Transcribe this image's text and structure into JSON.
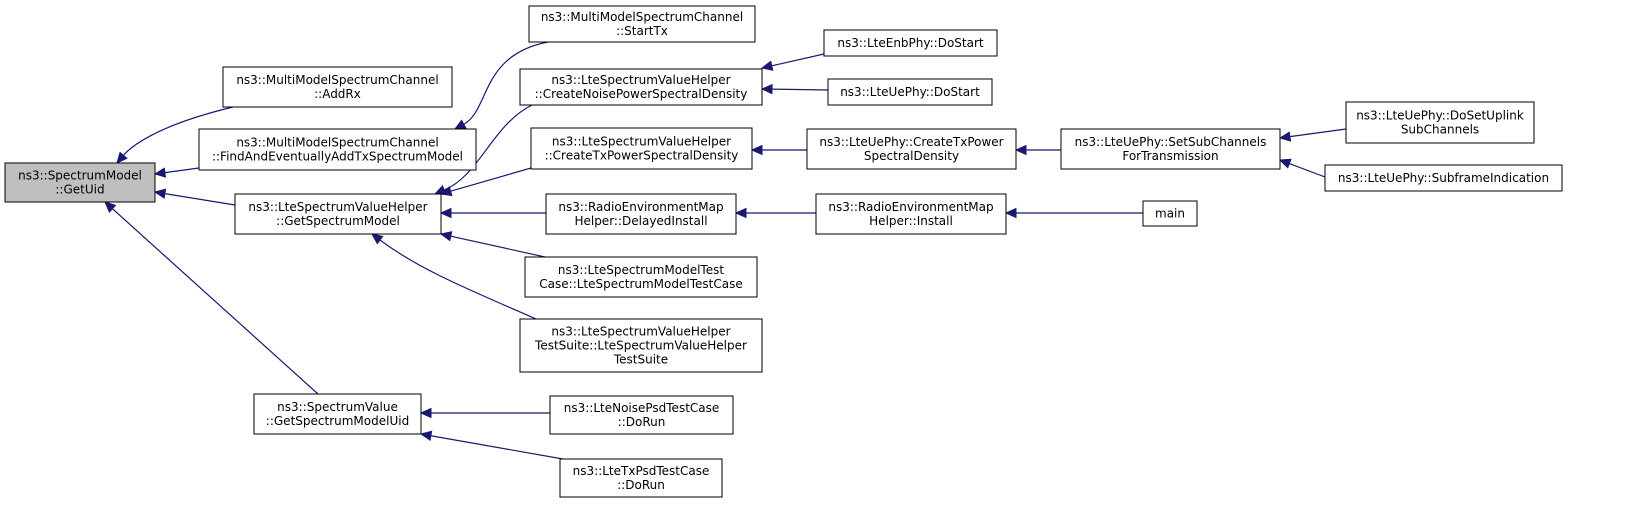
{
  "diagram": {
    "type": "call-graph",
    "nodes": [
      {
        "id": "spectrum_model_getuid",
        "lines": [
          "ns3::SpectrumModel",
          "::GetUid"
        ],
        "root": true
      },
      {
        "id": "mmsc_addrx",
        "lines": [
          "ns3::MultiModelSpectrumChannel",
          "::AddRx"
        ]
      },
      {
        "id": "mmsc_findadd",
        "lines": [
          "ns3::MultiModelSpectrumChannel",
          "::FindAndEventuallyAddTxSpectrumModel"
        ]
      },
      {
        "id": "lsvh_getmodel",
        "lines": [
          "ns3::LteSpectrumValueHelper",
          "::GetSpectrumModel"
        ]
      },
      {
        "id": "sv_getuid",
        "lines": [
          "ns3::SpectrumValue",
          "::GetSpectrumModelUid"
        ]
      },
      {
        "id": "mmsc_starttx",
        "lines": [
          "ns3::MultiModelSpectrumChannel",
          "::StartTx"
        ]
      },
      {
        "id": "lsvh_noise",
        "lines": [
          "ns3::LteSpectrumValueHelper",
          "::CreateNoisePowerSpectralDensity"
        ]
      },
      {
        "id": "lsvh_txpower",
        "lines": [
          "ns3::LteSpectrumValueHelper",
          "::CreateTxPowerSpectralDensity"
        ]
      },
      {
        "id": "remh_delayed",
        "lines": [
          "ns3::RadioEnvironmentMap",
          "Helper::DelayedInstall"
        ]
      },
      {
        "id": "lsmt_case",
        "lines": [
          "ns3::LteSpectrumModelTest",
          "Case::LteSpectrumModelTestCase"
        ]
      },
      {
        "id": "lsvh_suite",
        "lines": [
          "ns3::LteSpectrumValueHelper",
          "TestSuite::LteSpectrumValueHelper",
          "TestSuite"
        ]
      },
      {
        "id": "lnpsd_run",
        "lines": [
          "ns3::LteNoisePsdTestCase",
          "::DoRun"
        ]
      },
      {
        "id": "ltxpsd_run",
        "lines": [
          "ns3::LteTxPsdTestCase",
          "::DoRun"
        ]
      },
      {
        "id": "enbphy_start",
        "lines": [
          "ns3::LteEnbPhy::DoStart"
        ]
      },
      {
        "id": "uephy_start",
        "lines": [
          "ns3::LteUePhy::DoStart"
        ]
      },
      {
        "id": "uephy_txpsd",
        "lines": [
          "ns3::LteUePhy::CreateTxPower",
          "SpectralDensity"
        ]
      },
      {
        "id": "remh_install",
        "lines": [
          "ns3::RadioEnvironmentMap",
          "Helper::Install"
        ]
      },
      {
        "id": "uephy_setsub",
        "lines": [
          "ns3::LteUePhy::SetSubChannels",
          "ForTransmission"
        ]
      },
      {
        "id": "main",
        "lines": [
          "main"
        ]
      },
      {
        "id": "uephy_douplink",
        "lines": [
          "ns3::LteUePhy::DoSetUplink",
          "SubChannels"
        ]
      },
      {
        "id": "uephy_subframe",
        "lines": [
          "ns3::LteUePhy::SubframeIndication"
        ]
      }
    ],
    "edges": [
      {
        "from": "mmsc_addrx",
        "to": "spectrum_model_getuid"
      },
      {
        "from": "mmsc_findadd",
        "to": "spectrum_model_getuid"
      },
      {
        "from": "lsvh_getmodel",
        "to": "spectrum_model_getuid"
      },
      {
        "from": "sv_getuid",
        "to": "spectrum_model_getuid"
      },
      {
        "from": "mmsc_starttx",
        "to": "mmsc_findadd"
      },
      {
        "from": "lsvh_noise",
        "to": "lsvh_getmodel"
      },
      {
        "from": "lsvh_txpower",
        "to": "lsvh_getmodel"
      },
      {
        "from": "remh_delayed",
        "to": "lsvh_getmodel"
      },
      {
        "from": "lsmt_case",
        "to": "lsvh_getmodel"
      },
      {
        "from": "lsvh_suite",
        "to": "lsvh_getmodel"
      },
      {
        "from": "lnpsd_run",
        "to": "sv_getuid"
      },
      {
        "from": "ltxpsd_run",
        "to": "sv_getuid"
      },
      {
        "from": "enbphy_start",
        "to": "lsvh_noise"
      },
      {
        "from": "uephy_start",
        "to": "lsvh_noise"
      },
      {
        "from": "uephy_txpsd",
        "to": "lsvh_txpower"
      },
      {
        "from": "remh_install",
        "to": "remh_delayed"
      },
      {
        "from": "uephy_setsub",
        "to": "uephy_txpsd"
      },
      {
        "from": "main",
        "to": "remh_install"
      },
      {
        "from": "uephy_douplink",
        "to": "uephy_setsub"
      },
      {
        "from": "uephy_subframe",
        "to": "uephy_setsub"
      }
    ],
    "colors": {
      "edge": "#191970",
      "root_fill": "#bfbfbf",
      "node_fill": "#ffffff",
      "border": "#000000"
    }
  }
}
